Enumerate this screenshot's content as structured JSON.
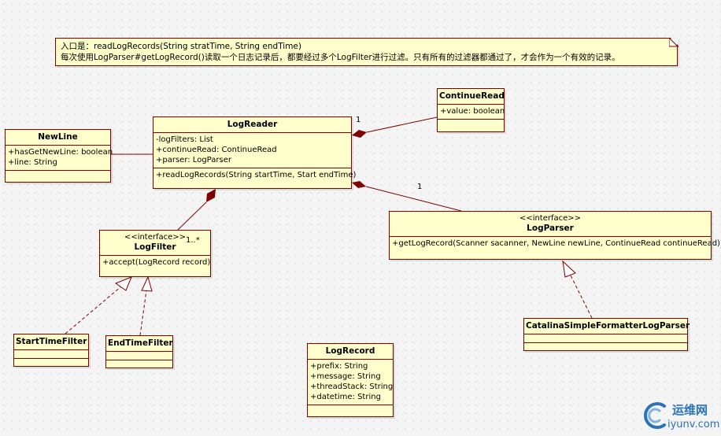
{
  "note": {
    "line1": "入口是：readLogRecords(String stratTime, String endTime)",
    "line2": "每次使用LogParser#getLogRecord()读取一个日志记录后，都要经过多个LogFilter进行过滤。只有所有的过滤器都通过了，才会作为一个有效的记录。"
  },
  "classes": {
    "log_reader": {
      "name": "LogReader",
      "attributes": [
        "-logFilters: List",
        "+continueRead: ContinueRead",
        "+parser: LogParser"
      ],
      "operations": [
        "+readLogRecords(String startTime, Start endTime)"
      ]
    },
    "new_line": {
      "name": "NewLine",
      "attributes": [
        "+hasGetNewLine: boolean",
        "+line: String"
      ]
    },
    "continue_read": {
      "name": "ContinueRead",
      "attributes": [
        "+value: boolean"
      ]
    },
    "log_filter": {
      "stereotype": "<<interface>>",
      "name": "LogFilter",
      "operations": [
        "+accept(LogRecord record)"
      ]
    },
    "log_parser": {
      "stereotype": "<<interface>>",
      "name": "LogParser",
      "operations": [
        "+getLogRecord(Scanner sacanner, NewLine newLine, ContinueRead continueRead)"
      ]
    },
    "start_time_filter": {
      "name": "StartTimeFilter"
    },
    "end_time_filter": {
      "name": "EndTimeFilter"
    },
    "catalina_parser": {
      "name": "CatalinaSimpleFormatterLogParser"
    },
    "log_record": {
      "name": "LogRecord",
      "attributes": [
        "+prefix: String",
        "+message: String",
        "+threadStack: String",
        "+datetime: String"
      ]
    }
  },
  "multiplicities": {
    "continue_read": "1",
    "log_parser": "1",
    "log_filter": "1..*"
  },
  "watermark": {
    "cn": "运维网",
    "en": "iyunv.com"
  },
  "colors": {
    "box_fill": "#ffffcc",
    "box_border": "#800000",
    "line": "#800000",
    "watermark": "#2a73b8"
  }
}
